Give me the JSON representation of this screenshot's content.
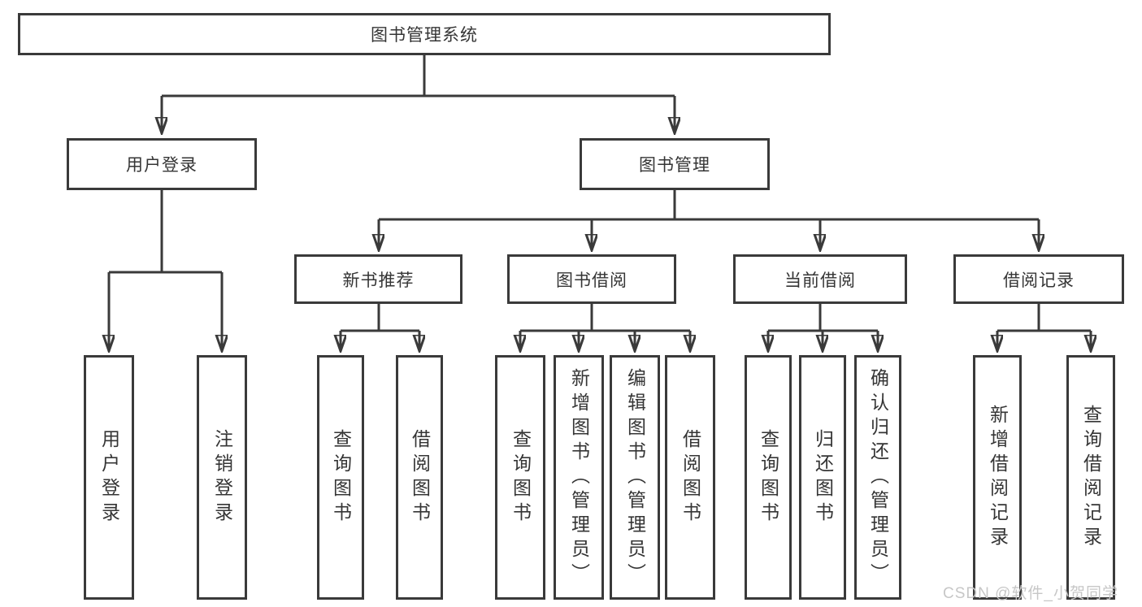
{
  "diagram": {
    "root": {
      "label": "图书管理系统"
    },
    "branches": [
      {
        "label": "用户登录",
        "children": [
          {
            "label": "用户登录"
          },
          {
            "label": "注销登录"
          }
        ]
      },
      {
        "label": "图书管理",
        "groups": [
          {
            "label": "新书推荐",
            "children": [
              {
                "label": "查询图书"
              },
              {
                "label": "借阅图书"
              }
            ]
          },
          {
            "label": "图书借阅",
            "children": [
              {
                "label": "查询图书"
              },
              {
                "label": "新增图书（管理员）"
              },
              {
                "label": "编辑图书（管理员）"
              },
              {
                "label": "借阅图书"
              }
            ]
          },
          {
            "label": "当前借阅",
            "children": [
              {
                "label": "查询图书"
              },
              {
                "label": "归还图书"
              },
              {
                "label": "确认归还（管理员）"
              }
            ]
          },
          {
            "label": "借阅记录",
            "children": [
              {
                "label": "新增借阅记录"
              },
              {
                "label": "查询借阅记录"
              }
            ]
          }
        ]
      }
    ],
    "watermark": "CSDN @软件_小贺同学",
    "colors": {
      "line": "#3a3a3a",
      "text": "#353535",
      "watermark": "#c7c7c7",
      "background": "#ffffff"
    }
  }
}
